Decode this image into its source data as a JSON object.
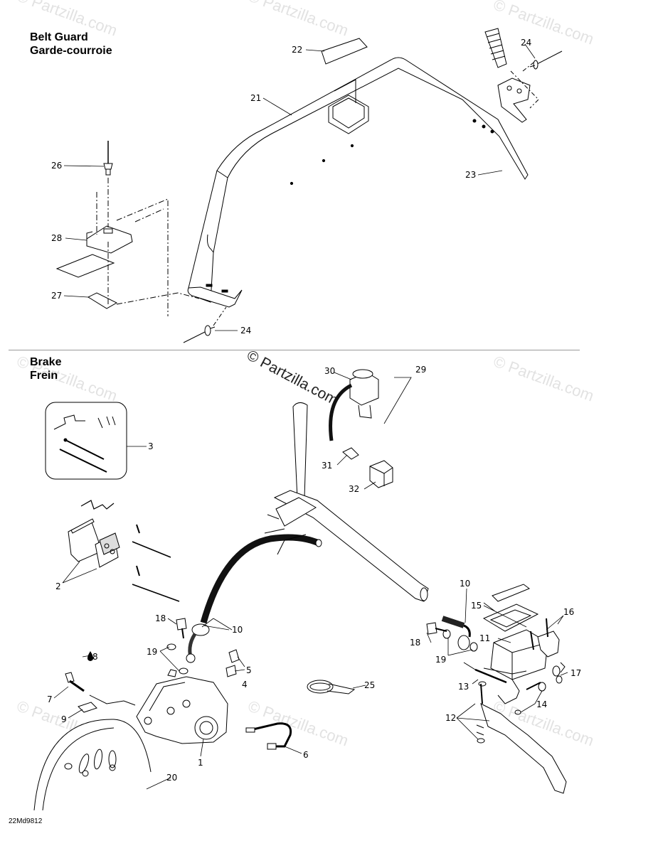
{
  "headings": {
    "belt_guard": {
      "en": "Belt Guard",
      "fr": "Garde-courroie"
    },
    "brake": {
      "en": "Brake",
      "fr": "Frein"
    }
  },
  "watermark": "© Partzilla.com",
  "footer_code": "22Md9812",
  "callouts": {
    "c1": "1",
    "c2": "2",
    "c3": "3",
    "c4": "4",
    "c5": "5",
    "c6": "6",
    "c7": "7",
    "c8": "8",
    "c9": "9",
    "c10a": "10",
    "c10b": "10",
    "c11": "11",
    "c12": "12",
    "c13": "13",
    "c14": "14",
    "c15": "15",
    "c16": "16",
    "c17": "17",
    "c18a": "18",
    "c18b": "18",
    "c19a": "19",
    "c19b": "19",
    "c20": "20",
    "c21": "21",
    "c22": "22",
    "c23": "23",
    "c24a": "24",
    "c24b": "24",
    "c25": "25",
    "c26": "26",
    "c27": "27",
    "c28": "28",
    "c29": "29",
    "c30": "30",
    "c31": "31",
    "c32": "32"
  }
}
